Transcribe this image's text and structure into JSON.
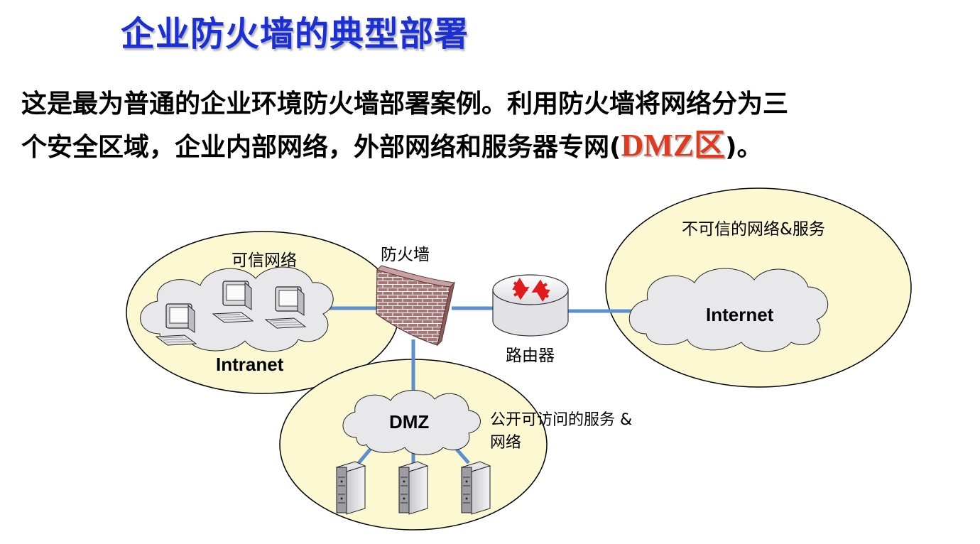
{
  "header": {
    "title": "企业防火墙的典型部署"
  },
  "intro": {
    "line1": "这是最为普通的企业环境防火墙部署案例。利用防火墙将网络分为三",
    "line2_prefix": "个安全区域，企业内部网络，外部网络和服务器专网(",
    "highlight": "DMZ区",
    "line2_suffix": ")。"
  },
  "diagram": {
    "trusted_zone_label": "可信网络",
    "intranet_label": "Intranet",
    "firewall_label": "防火墙",
    "router_label": "路由器",
    "untrusted_zone_label": "不可信的网络&服务",
    "internet_label": "Internet",
    "dmz_label": "DMZ",
    "dmz_desc_line1": "公开可访问的服务 &",
    "dmz_desc_line2": "网络"
  },
  "colors": {
    "title": "#1a2fd6",
    "highlight": "#e03a1e",
    "zone_fill": "#fbf8d2",
    "cloud_fill": "#e8e8ea",
    "link": "#5b8fcf",
    "firewall": "#a46f6f"
  }
}
